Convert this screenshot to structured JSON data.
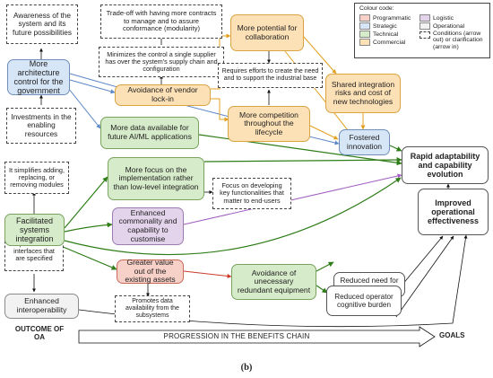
{
  "legend": {
    "title": "Colour code:",
    "items": [
      {
        "label": "Programmatic",
        "color": "#f7d0c8"
      },
      {
        "label": "Strategic",
        "color": "#d7e6f7"
      },
      {
        "label": "Technical",
        "color": "#d6ebc9"
      },
      {
        "label": "Commercial",
        "color": "#fde1b6"
      },
      {
        "label": "Logistic",
        "color": "#e3d4ec"
      },
      {
        "label": "Operational",
        "color": "#f2f2f2"
      }
    ],
    "conditions": "Conditions (arrow out) or clarification (arrow in)"
  },
  "nodes": {
    "more_arch": "More architecture control for the government",
    "avoid_lockin": "Avoidance of vendor lock-in",
    "more_collab": "More potential for collaboration",
    "more_comp": "More competition throughout the lifecycle",
    "shared_risks": "Shared integration risks and cost of new technologies",
    "more_data": "More data available for future AI/ML applications",
    "fostered": "Fostered innovation",
    "rapid": "Rapid adaptability and capability evolution",
    "focus_impl": "More focus on the implementation rather than low-level integration",
    "commonality": "Enhanced commonality and capability to customise",
    "facilitated": "Facilitated systems integration",
    "improved": "Improved operational effectiveness",
    "greater_value": "Greater value out of the existing assets",
    "avoid_equip": "Avoidance of unecessary redundant equipment",
    "reduced_training": "Reduced need for training",
    "reduced_burden": "Reduced operator cognitive burden",
    "enhanced_interop": "Enhanced interoperability"
  },
  "notes": {
    "awareness": "Awareness of the system and its future possibilities",
    "investments": "Investments in the enabling resources",
    "tradeoff": "Trade-off with having more contracts to manage and to assure conformance (modularity)",
    "minimizes": "Minimizes the control a single supplier has over the system's supply chain and configuration",
    "requires": "Requires efforts to create the need and to support the industrial base",
    "simplifies": "It simplifies adding, replacing, or removing modules",
    "focus_dev": "Focus on developing key functionalities that matter to end-users",
    "depends": "Depends on the interfaces that are specified",
    "promotes": "Promotes data availability from the subsystems"
  },
  "footer": {
    "outcome": "OUTCOME OF OA",
    "progression": "PROGRESSION IN THE BENEFITS CHAIN",
    "goals": "GOALS",
    "caption": "(b)"
  }
}
